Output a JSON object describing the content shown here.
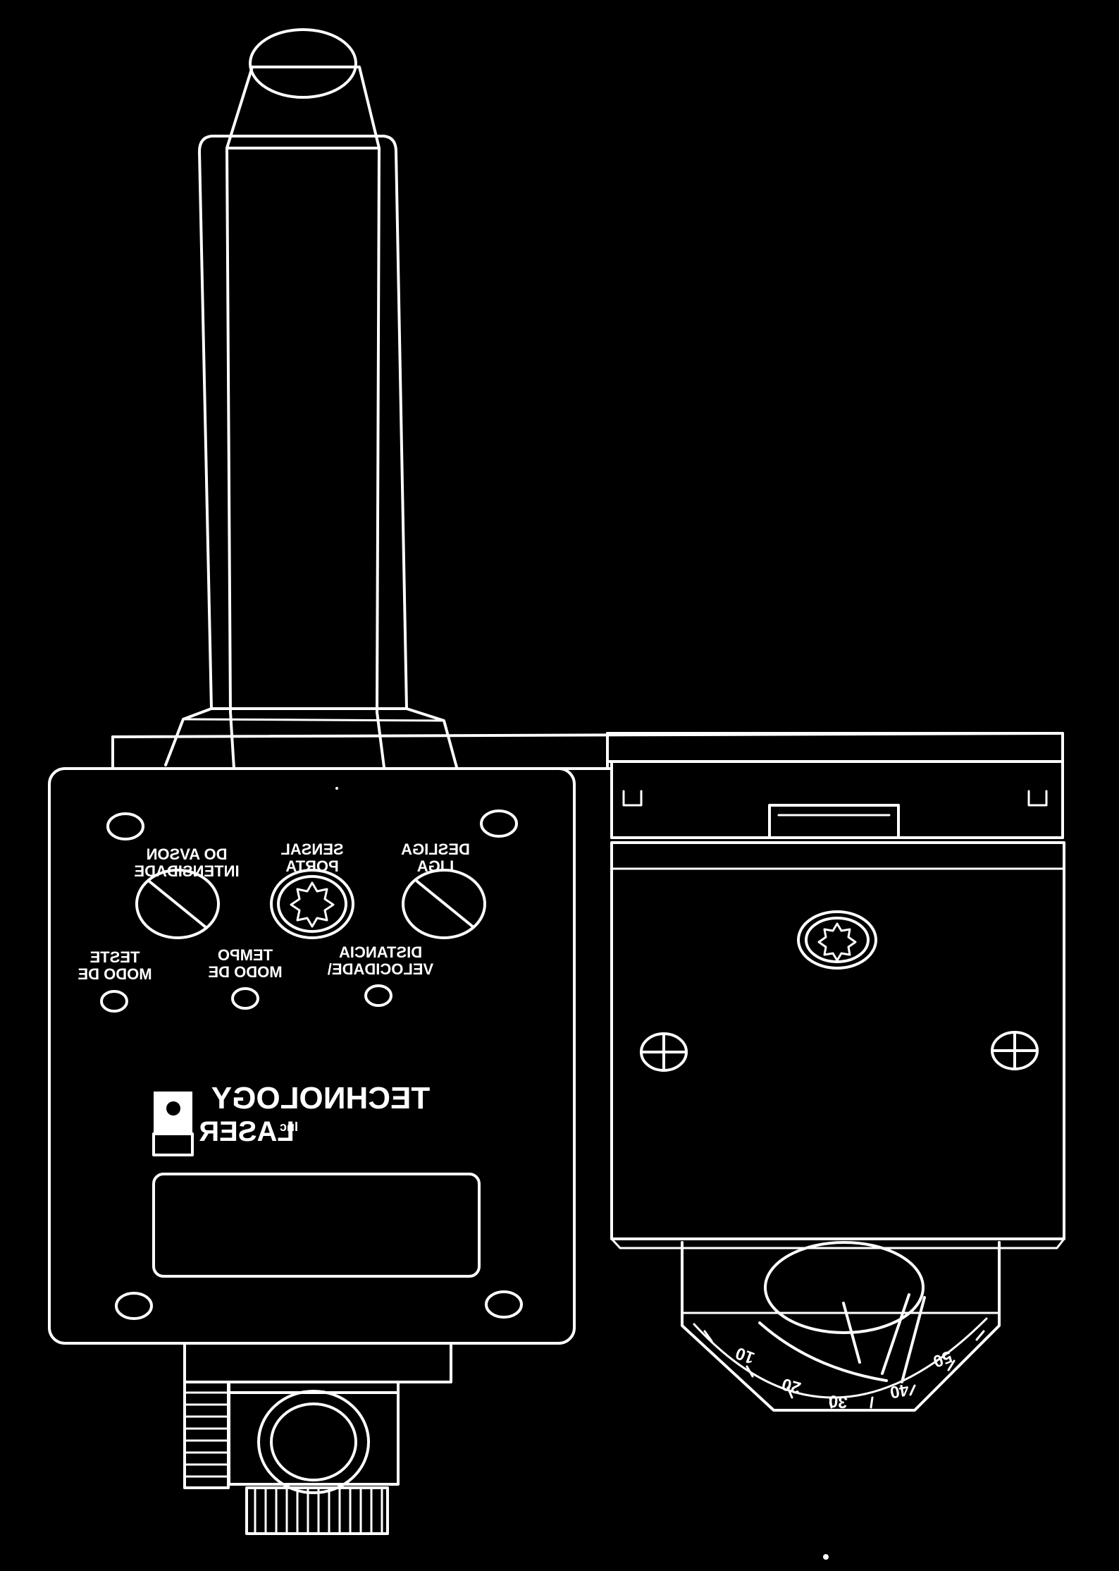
{
  "diagram": {
    "colors": {
      "background": "#000000",
      "line": "#ffffff"
    },
    "panel_labels": {
      "intensity": [
        "DO AVSON",
        "INTENSIDADE"
      ],
      "gate": [
        "SENSAL",
        "PORTA"
      ],
      "power": [
        "DESLIGA",
        "LIGA"
      ],
      "test_mode": [
        "TESTE",
        "MODO DE"
      ],
      "time_mode": [
        "TEMPO",
        "MODO DE"
      ],
      "speed_distance": [
        "DISTANCIA",
        "VELOCIDADE\\"
      ]
    },
    "logo": {
      "line1": "TECHNOLOGY",
      "line2": "LASER",
      "suffix": "Inc"
    },
    "dial": {
      "ticks": [
        "10",
        "20",
        "30",
        "40",
        "50"
      ]
    }
  }
}
